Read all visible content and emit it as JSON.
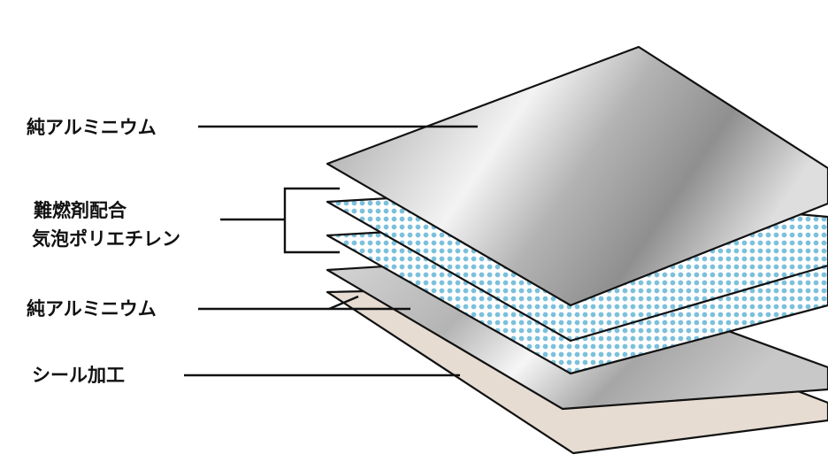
{
  "labels": {
    "top_aluminum": "純アルミニウム",
    "foam_line1": "難燃剤配合",
    "foam_line2": "気泡ポリエチレン",
    "bottom_aluminum": "純アルミニウム",
    "seal": "シール加工"
  },
  "colors": {
    "outline": "#111111",
    "foam_background": "#ffffff",
    "foam_dot": "#7cc0dc",
    "seal_layer": "#e6dcd2",
    "aluminum_light": "#f4f4f4",
    "aluminum_mid": "#c8c8c8",
    "aluminum_dark": "#8e8e8e"
  }
}
